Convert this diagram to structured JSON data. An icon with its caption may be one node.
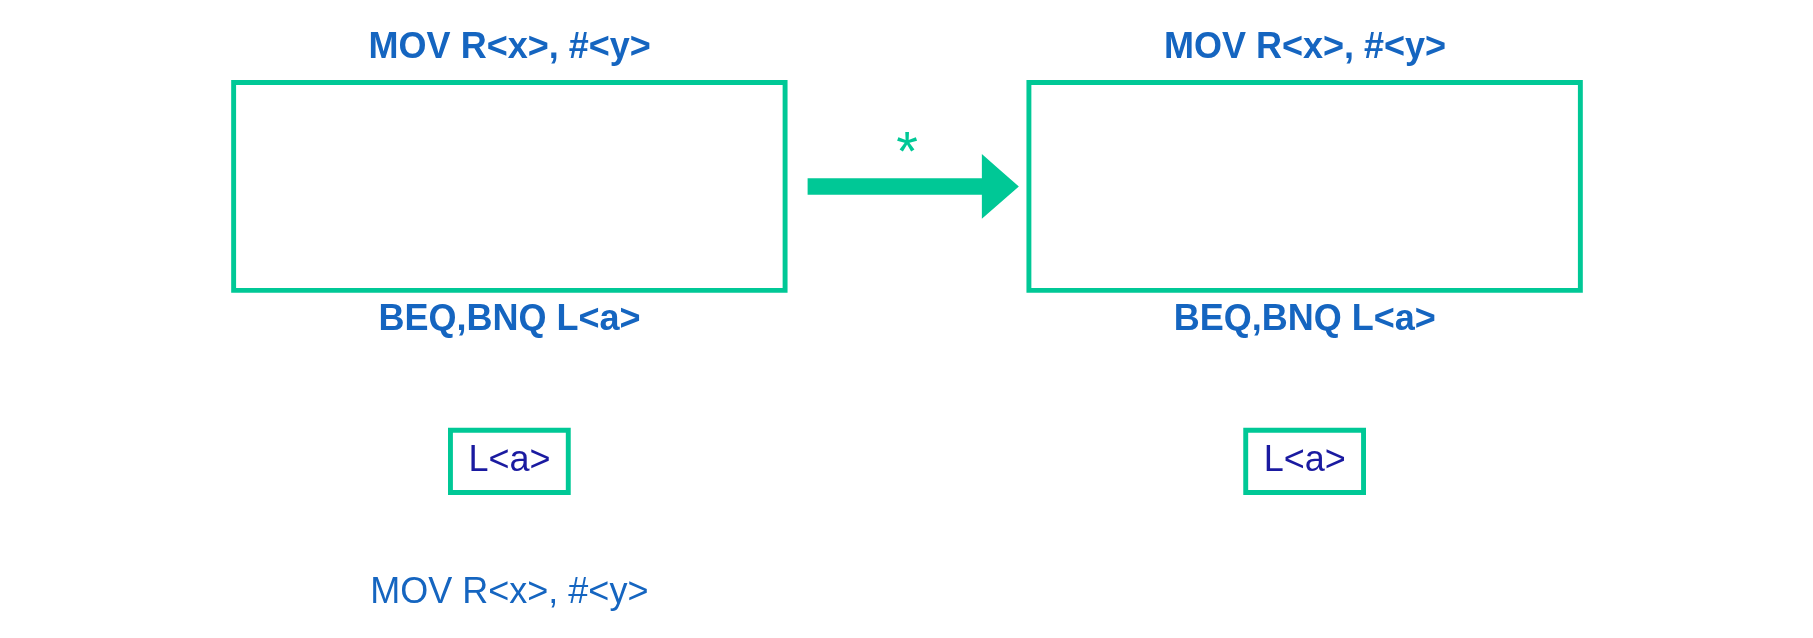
{
  "diagram": {
    "nodes": [
      {
        "text": [],
        "shape": "box",
        "beside": [
          "MOV R<x>, #<y>",
          "BEQ,BNQ L<a>"
        ]
      },
      {
        "text": [
          "L<a>"
        ]
      },
      {
        "text": [],
        "shape": "box",
        "beside": [
          "MOV R<x>, #<y>",
          "BEQ,BNQ L<a>"
        ]
      },
      {
        "text": [
          "L<a>"
        ]
      }
    ],
    "edges": [
      {
        "from": 0,
        "to": 2,
        "arrow": "to",
        "label": "*",
        "color": "#00c896"
      }
    ],
    "labels": [
      "MOV R<x>, #<y>"
    ]
  }
}
